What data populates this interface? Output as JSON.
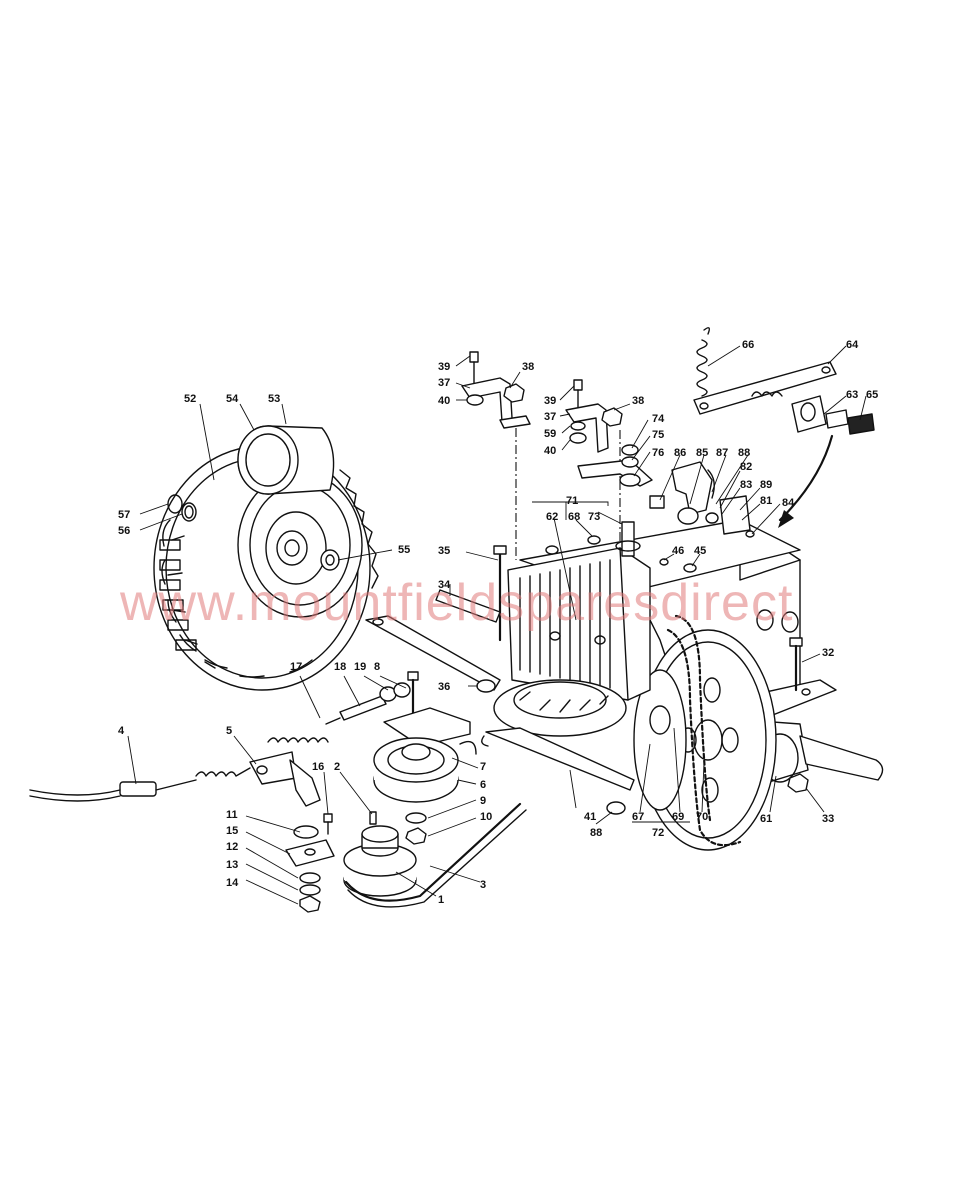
{
  "watermark": "www.mountfieldsparesdirect",
  "callouts": [
    {
      "id": "1",
      "text": "1"
    },
    {
      "id": "2",
      "text": "2"
    },
    {
      "id": "3",
      "text": "3"
    },
    {
      "id": "4",
      "text": "4"
    },
    {
      "id": "5",
      "text": "5"
    },
    {
      "id": "6",
      "text": "6"
    },
    {
      "id": "7",
      "text": "7"
    },
    {
      "id": "8",
      "text": "8"
    },
    {
      "id": "9",
      "text": "9"
    },
    {
      "id": "10",
      "text": "10"
    },
    {
      "id": "11",
      "text": "11"
    },
    {
      "id": "12",
      "text": "12"
    },
    {
      "id": "13",
      "text": "13"
    },
    {
      "id": "14",
      "text": "14"
    },
    {
      "id": "15",
      "text": "15"
    },
    {
      "id": "16",
      "text": "16"
    },
    {
      "id": "17",
      "text": "17"
    },
    {
      "id": "18",
      "text": "18"
    },
    {
      "id": "19",
      "text": "19"
    },
    {
      "id": "32",
      "text": "32"
    },
    {
      "id": "33",
      "text": "33"
    },
    {
      "id": "34",
      "text": "34"
    },
    {
      "id": "35",
      "text": "35"
    },
    {
      "id": "36",
      "text": "36"
    },
    {
      "id": "37a",
      "text": "37"
    },
    {
      "id": "37b",
      "text": "37"
    },
    {
      "id": "38a",
      "text": "38"
    },
    {
      "id": "38b",
      "text": "38"
    },
    {
      "id": "39a",
      "text": "39"
    },
    {
      "id": "39b",
      "text": "39"
    },
    {
      "id": "40a",
      "text": "40"
    },
    {
      "id": "40b",
      "text": "40"
    },
    {
      "id": "41",
      "text": "41"
    },
    {
      "id": "45",
      "text": "45"
    },
    {
      "id": "46",
      "text": "46"
    },
    {
      "id": "52",
      "text": "52"
    },
    {
      "id": "53",
      "text": "53"
    },
    {
      "id": "54",
      "text": "54"
    },
    {
      "id": "55",
      "text": "55"
    },
    {
      "id": "56",
      "text": "56"
    },
    {
      "id": "57",
      "text": "57"
    },
    {
      "id": "59",
      "text": "59"
    },
    {
      "id": "61",
      "text": "61"
    },
    {
      "id": "62",
      "text": "62"
    },
    {
      "id": "63",
      "text": "63"
    },
    {
      "id": "64",
      "text": "64"
    },
    {
      "id": "65",
      "text": "65"
    },
    {
      "id": "66",
      "text": "66"
    },
    {
      "id": "67",
      "text": "67"
    },
    {
      "id": "68",
      "text": "68"
    },
    {
      "id": "69",
      "text": "69"
    },
    {
      "id": "70",
      "text": "70"
    },
    {
      "id": "71",
      "text": "71"
    },
    {
      "id": "72",
      "text": "72"
    },
    {
      "id": "73",
      "text": "73"
    },
    {
      "id": "74",
      "text": "74"
    },
    {
      "id": "75",
      "text": "75"
    },
    {
      "id": "76",
      "text": "76"
    },
    {
      "id": "81",
      "text": "81"
    },
    {
      "id": "82",
      "text": "82"
    },
    {
      "id": "83",
      "text": "83"
    },
    {
      "id": "84",
      "text": "84"
    },
    {
      "id": "85",
      "text": "85"
    },
    {
      "id": "86",
      "text": "86"
    },
    {
      "id": "87",
      "text": "87"
    },
    {
      "id": "88a",
      "text": "88"
    },
    {
      "id": "88b",
      "text": "88"
    },
    {
      "id": "89",
      "text": "89"
    }
  ]
}
